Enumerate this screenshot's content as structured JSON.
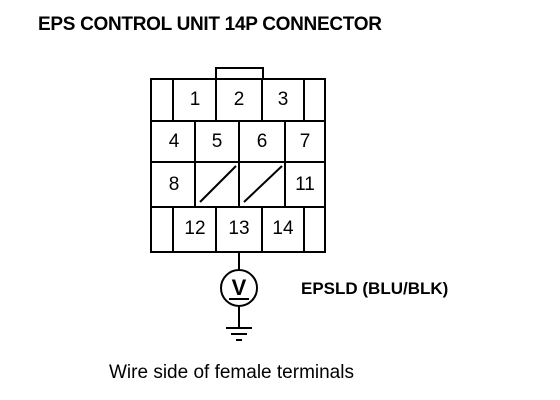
{
  "title": "EPS CONTROL UNIT 14P CONNECTOR",
  "pins": [
    "1",
    "2",
    "3",
    "4",
    "5",
    "6",
    "7",
    "8",
    "11",
    "12",
    "13",
    "14"
  ],
  "meter_symbol": "V",
  "wire_label": "EPSLD (BLU/BLK)",
  "caption": "Wire side of female terminals"
}
